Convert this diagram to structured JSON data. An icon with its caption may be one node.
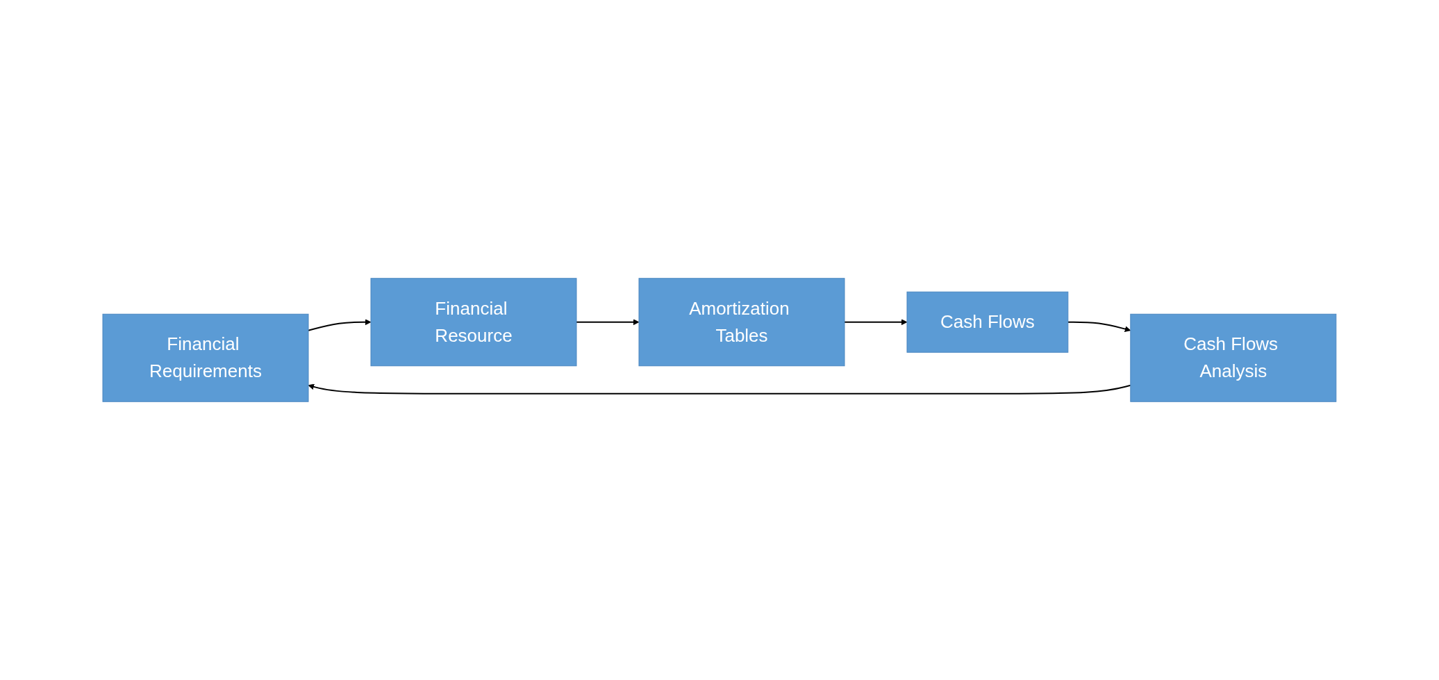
{
  "diagram": {
    "nodes": [
      {
        "text": [
          "Financial Requirements"
        ]
      },
      {
        "text": [
          "Financial Resource"
        ]
      },
      {
        "text": [
          "Amortization Tables"
        ]
      },
      {
        "text": [
          "Cash Flows"
        ]
      },
      {
        "text": [
          "Cash Flows Analysis"
        ]
      }
    ],
    "edges": [
      {
        "from": 0,
        "to": 1,
        "arrow": "to"
      },
      {
        "from": 1,
        "to": 2,
        "arrow": "to"
      },
      {
        "from": 2,
        "to": 3,
        "arrow": "to"
      },
      {
        "from": 3,
        "to": 4,
        "arrow": "to"
      },
      {
        "from": 4,
        "to": 0,
        "arrow": "to"
      }
    ]
  }
}
